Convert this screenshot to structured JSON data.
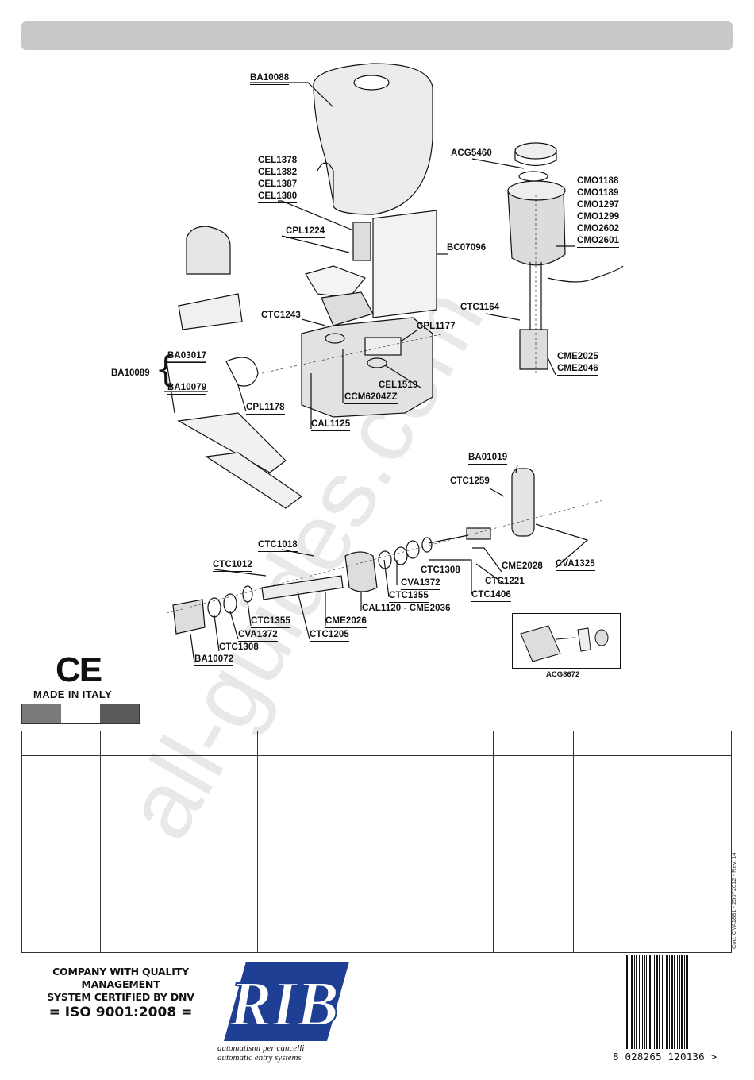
{
  "parts": {
    "ba10088": "BA10088",
    "cel1378": "CEL1378",
    "cel1382": "CEL1382",
    "cel1387": "CEL1387",
    "cel1380": "CEL1380",
    "cpl1224": "CPL1224",
    "acg5460": "ACG5460",
    "cmo1188": "CMO1188",
    "cmo1189": "CMO1189",
    "cmo1297": "CMO1297",
    "cmo1299": "CMO1299",
    "cmo2602": "CMO2602",
    "cmo2601": "CMO2601",
    "bc07096": "BC07096",
    "ctc1164": "CTC1164",
    "ctc1243": "CTC1243",
    "cpl1177": "CPL1177",
    "ba03017": "BA03017",
    "ba10089": "BA10089",
    "ba10079": "BA10079",
    "cel1519": "CEL1519",
    "ccm6204zz": "CCM6204ZZ",
    "cpl1178": "CPL1178",
    "cal1125": "CAL1125",
    "cme2025": "CME2025",
    "cme2046": "CME2046",
    "ba01019": "BA01019",
    "ctc1259": "CTC1259",
    "ctc1018": "CTC1018",
    "ctc1012": "CTC1012",
    "ctc1308a": "CTC1308",
    "cva1372a": "CVA1372",
    "ctc1355a": "CTC1355",
    "cal1120": "CAL1120 - CME2036",
    "cme2028": "CME2028",
    "cva1325": "CVA1325",
    "ctc1221": "CTC1221",
    "ctc1406": "CTC1406",
    "ctc1355b": "CTC1355",
    "cme2026": "CME2026",
    "cva1372b": "CVA1372",
    "ctc1205": "CTC1205",
    "ctc1308b": "CTC1308",
    "ba10072": "BA10072",
    "acg8672": "ACG8672"
  },
  "made_in": "MADE IN ITALY",
  "ce_mark": "CE",
  "flag_colors": [
    "#7a7a7a",
    "#ffffff",
    "#5a5a5a"
  ],
  "doc_code": "Cod. CVA1881 - 25072012 - Rev. 14",
  "certification": {
    "line1": "COMPANY WITH QUALITY MANAGEMENT",
    "line2": "SYSTEM CERTIFIED BY DNV",
    "line3": "= ISO 9001:2008 ="
  },
  "brand": {
    "logo_text": "RIB",
    "tagline1": "automatismi per cancelli",
    "tagline2": "automatic entry systems",
    "color": "#1e3f94"
  },
  "barcode_number": "8  028265  120136  >",
  "watermark": "all-guides.com"
}
